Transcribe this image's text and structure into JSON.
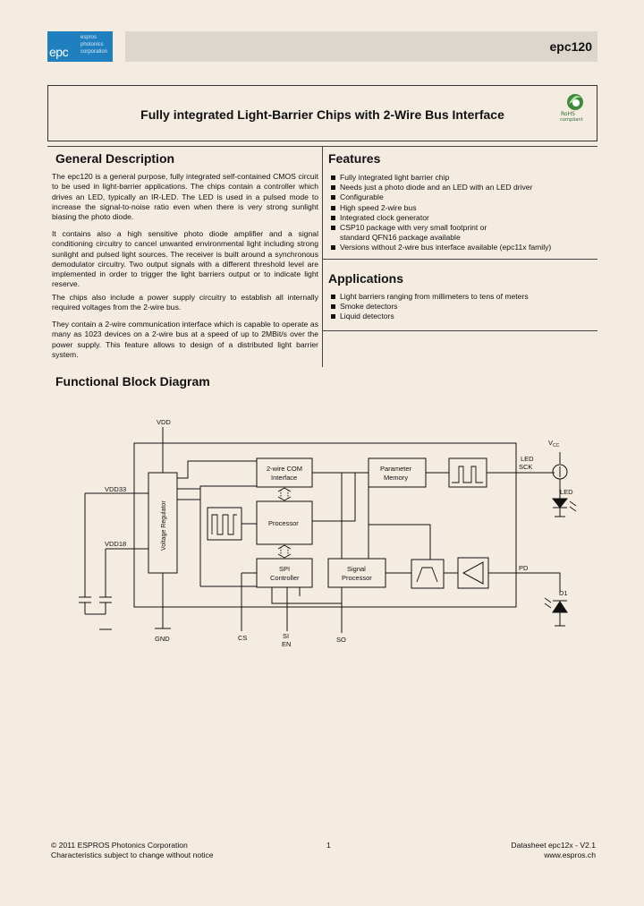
{
  "header": {
    "logo_mark": "epc",
    "logo_line1": "espros",
    "logo_line2": "photonics",
    "logo_line3": "corporation",
    "product": "epc120"
  },
  "title": "Fully integrated Light-Barrier Chips with 2-Wire Bus Interface",
  "rohs": {
    "line1": "RoHS",
    "line2": "compliant"
  },
  "general": {
    "heading": "General Description",
    "p1": "The epc120 is a general purpose, fully integrated self-contained CMOS circuit to be used in light-barrier applications. The chips contain a controller which drives an LED, typically an IR-LED. The LED is used in a pulsed mode to increase the signal-to-noise ratio even when there is very strong sunlight biasing the photo diode.",
    "p2": "It contains also a high sensitive photo diode amplifier and a signal conditioning circuitry to cancel unwanted environmental light including strong sunlight and pulsed light sources. The receiver is built around a synchronous demodulator circuitry. Two output signals with a different threshold level are implemented in order to trigger the light barriers output or to indicate light reserve.",
    "p3": "The chips also include a power supply circuitry to establish all internally required voltages from the 2-wire bus.",
    "p4": "They contain a 2-wire communication interface which is capable to operate as many as 1023 devices on a 2-wire bus at a speed of up to 2MBit/s over the power supply. This feature allows to design of a distributed light barrier system."
  },
  "features": {
    "heading": "Features",
    "items": [
      "Fully integrated light barrier chip",
      "Needs just a photo diode and an LED with an LED driver",
      "Configurable",
      "High speed 2-wire bus",
      "Integrated clock generator",
      "CSP10 package with very small footprint or standard QFN16 package available",
      "Versions without 2-wire bus interface available (epc11x family)"
    ]
  },
  "applications": {
    "heading": "Applications",
    "items": [
      "Light barriers ranging from millimeters to tens of meters",
      "Smoke detectors",
      "Liquid detectors"
    ]
  },
  "diagram": {
    "heading": "Functional Block Diagram",
    "vdd": "VDD",
    "vdd33": "VDD33",
    "vdd18": "VDD18",
    "gnd": "GND",
    "regulator": "Voltage Regulator",
    "com_l1": "2-wire COM",
    "com_l2": "Interface",
    "processor": "Processor",
    "spi_l1": "SPI",
    "spi_l2": "Controller",
    "param_l1": "Parameter",
    "param_l2": "Memory",
    "sig_l1": "Signal",
    "sig_l2": "Processor",
    "vcc": "V",
    "vcc_sub": "CC",
    "led": "LED",
    "sck": "SCK",
    "led_label": "LED",
    "pd": "PD",
    "d1": "D1",
    "cs": "CS",
    "si": "SI",
    "en": "EN",
    "so": "SO"
  },
  "footer": {
    "copyright": "© 2011 ESPROS Photonics Corporation",
    "note": "Characteristics subject to change without notice",
    "page": "1",
    "datasheet": "Datasheet epc12x - V2.1",
    "url": "www.espros.ch"
  }
}
